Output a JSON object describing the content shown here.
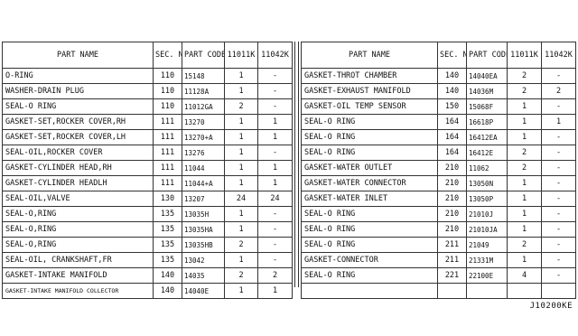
{
  "headers": {
    "part_name": "PART NAME",
    "sec_no": "SEC. NO.",
    "part_code": "PART CODE",
    "col_a": "11011K",
    "col_b": "11042K"
  },
  "left_rows": [
    {
      "name": "O-RING",
      "sec": "110",
      "code": "15148",
      "a": "1",
      "b": "-"
    },
    {
      "name": "WASHER-DRAIN PLUG",
      "sec": "110",
      "code": "11128A",
      "a": "1",
      "b": "-"
    },
    {
      "name": "SEAL-O RING",
      "sec": "110",
      "code": "11012GA",
      "a": "2",
      "b": "-"
    },
    {
      "name": "GASKET-SET,ROCKER COVER,RH",
      "sec": "111",
      "code": "13270",
      "a": "1",
      "b": "1"
    },
    {
      "name": "GASKET-SET,ROCKER COVER,LH",
      "sec": "111",
      "code": "13270+A",
      "a": "1",
      "b": "1"
    },
    {
      "name": "SEAL-OIL,ROCKER COVER",
      "sec": "111",
      "code": "13276",
      "a": "1",
      "b": "-"
    },
    {
      "name": "GASKET-CYLINDER HEAD,RH",
      "sec": "111",
      "code": "11044",
      "a": "1",
      "b": "1"
    },
    {
      "name": "GASKET-CYLINDER HEADLH",
      "sec": "111",
      "code": "11044+A",
      "a": "1",
      "b": "1"
    },
    {
      "name": "SEAL-OIL,VALVE",
      "sec": "130",
      "code": "13207",
      "a": "24",
      "b": "24"
    },
    {
      "name": "SEAL-O,RING",
      "sec": "135",
      "code": "13035H",
      "a": "1",
      "b": "-"
    },
    {
      "name": "SEAL-O,RING",
      "sec": "135",
      "code": "13035HA",
      "a": "1",
      "b": "-"
    },
    {
      "name": "SEAL-O,RING",
      "sec": "135",
      "code": "13035HB",
      "a": "2",
      "b": "-"
    },
    {
      "name": "SEAL-OIL, CRANKSHAFT,FR",
      "sec": "135",
      "code": "13042",
      "a": "1",
      "b": "-"
    },
    {
      "name": "GASKET-INTAKE MANIFOLD",
      "sec": "140",
      "code": "14035",
      "a": "2",
      "b": "2"
    },
    {
      "name": "GASKET-INTAKE MANIFOLD COLLECTOR",
      "sec": "140",
      "code": "14040E",
      "a": "1",
      "b": "1"
    }
  ],
  "right_rows": [
    {
      "name": "GASKET-THROT CHAMBER",
      "sec": "140",
      "code": "14040EA",
      "a": "2",
      "b": "-"
    },
    {
      "name": "GASKET-EXHAUST MANIFOLD",
      "sec": "140",
      "code": "14036M",
      "a": "2",
      "b": "2"
    },
    {
      "name": "GASKET-OIL TEMP SENSOR",
      "sec": "150",
      "code": "15068F",
      "a": "1",
      "b": "-"
    },
    {
      "name": "SEAL-O RING",
      "sec": "164",
      "code": "16618P",
      "a": "1",
      "b": "1"
    },
    {
      "name": "SEAL-O RING",
      "sec": "164",
      "code": "16412EA",
      "a": "1",
      "b": "-"
    },
    {
      "name": "SEAL-O RING",
      "sec": "164",
      "code": "16412E",
      "a": "2",
      "b": "-"
    },
    {
      "name": "GASKET-WATER OUTLET",
      "sec": "210",
      "code": "11062",
      "a": "2",
      "b": "-"
    },
    {
      "name": "GASKET-WATER CONNECTOR",
      "sec": "210",
      "code": "13050N",
      "a": "1",
      "b": "-"
    },
    {
      "name": "GASKET-WATER INLET",
      "sec": "210",
      "code": "13050P",
      "a": "1",
      "b": "-"
    },
    {
      "name": "SEAL-O RING",
      "sec": "210",
      "code": "21010J",
      "a": "1",
      "b": "-"
    },
    {
      "name": "SEAL-O RING",
      "sec": "210",
      "code": "21010JA",
      "a": "1",
      "b": "-"
    },
    {
      "name": "SEAL-O RING",
      "sec": "211",
      "code": "21049",
      "a": "2",
      "b": "-"
    },
    {
      "name": "GASKET-CONNECTOR",
      "sec": "211",
      "code": "21331M",
      "a": "1",
      "b": "-"
    },
    {
      "name": "SEAL-O RING",
      "sec": "221",
      "code": "22100E",
      "a": "4",
      "b": "-"
    },
    {
      "name": "",
      "sec": "",
      "code": "",
      "a": "",
      "b": ""
    }
  ],
  "reference": "J10200KE"
}
